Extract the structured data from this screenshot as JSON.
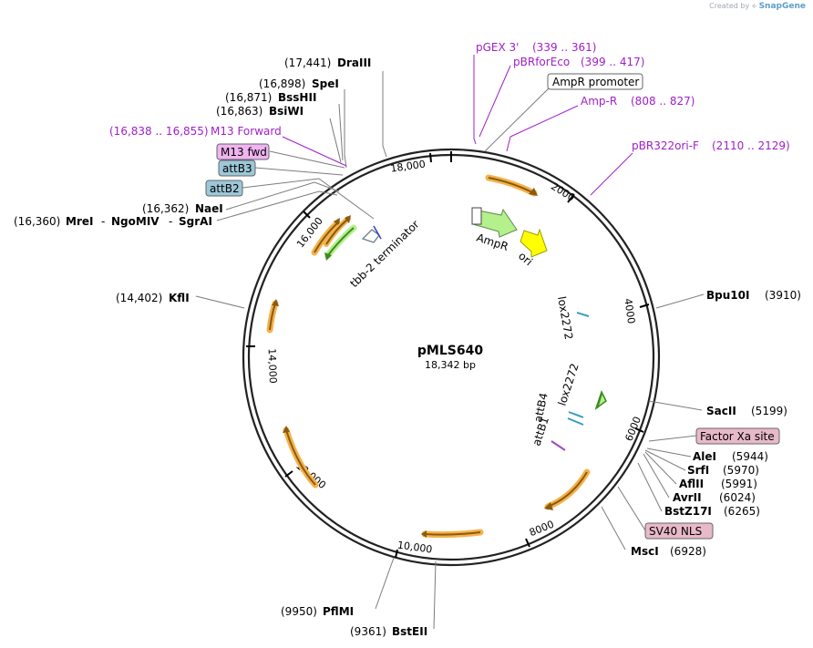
{
  "credit": {
    "prefix": "Created by",
    "brand": "SnapGene"
  },
  "plasmid": {
    "name": "pMLS640",
    "size": "18,342 bp"
  },
  "ruler": [
    "2000",
    "4000",
    "6000",
    "8000",
    "10,000",
    "12,000",
    "14,000",
    "16,000",
    "18,000"
  ],
  "sites": [
    {
      "name": "DraIII",
      "pos": "(17,441)"
    },
    {
      "name": "SpeI",
      "pos": "(16,898)"
    },
    {
      "name": "BssHII",
      "pos": "(16,871)"
    },
    {
      "name": "BsiWI",
      "pos": "(16,863)"
    },
    {
      "name": "NaeI",
      "pos": "(16,362)"
    },
    {
      "name": "MreI",
      "pos": "(16,360)"
    },
    {
      "name": "NgoMIV",
      "pos": ""
    },
    {
      "name": "SgrAI",
      "pos": ""
    },
    {
      "name": "KflI",
      "pos": "(14,402)"
    },
    {
      "name": "Bpu10I",
      "pos": "(3910)"
    },
    {
      "name": "SacII",
      "pos": "(5199)"
    },
    {
      "name": "AleI",
      "pos": "(5944)"
    },
    {
      "name": "SrfI",
      "pos": "(5970)"
    },
    {
      "name": "AflII",
      "pos": "(5991)"
    },
    {
      "name": "AvrII",
      "pos": "(6024)"
    },
    {
      "name": "BstZ17I",
      "pos": "(6265)"
    },
    {
      "name": "MscI",
      "pos": "(6928)"
    },
    {
      "name": "PflMI",
      "pos": "(9950)"
    },
    {
      "name": "BstEII",
      "pos": "(9361)"
    }
  ],
  "primers": [
    {
      "name": "pGEX 3'",
      "range": "(339 .. 361)"
    },
    {
      "name": "pBRforEco",
      "range": "(399 .. 417)"
    },
    {
      "name": "Amp-R",
      "range": "(808 .. 827)"
    },
    {
      "name": "pBR322ori-F",
      "range": "(2110 .. 2129)"
    },
    {
      "name": "M13 Forward",
      "range": "(16,838 .. 16,855)"
    }
  ],
  "boxed_features": {
    "ampr_promoter": "AmpR promoter",
    "m13_fwd": "M13 fwd",
    "attb3": "attB3",
    "attb2": "attB2",
    "factor_xa": "Factor Xa site",
    "sv40_nls": "SV40 NLS"
  },
  "inner_labels": {
    "ampr": "AmpR",
    "ori": "ori",
    "tbb2": "tbb-2 terminator",
    "lox_upper": "lox2272",
    "lox_lower": "lox2272",
    "attb4": "attB4",
    "attb1": "attB1"
  },
  "colors": {
    "backbone": "#222222",
    "orange_feature": "#f5b24a",
    "arrow_brown": "#8a5a12",
    "green_feature": "#b4f08c",
    "yellow_ori": "#ffff00",
    "primer": "#a020c8",
    "att_box": "#9cc7d8",
    "pink_box": "#e8b9c8"
  }
}
